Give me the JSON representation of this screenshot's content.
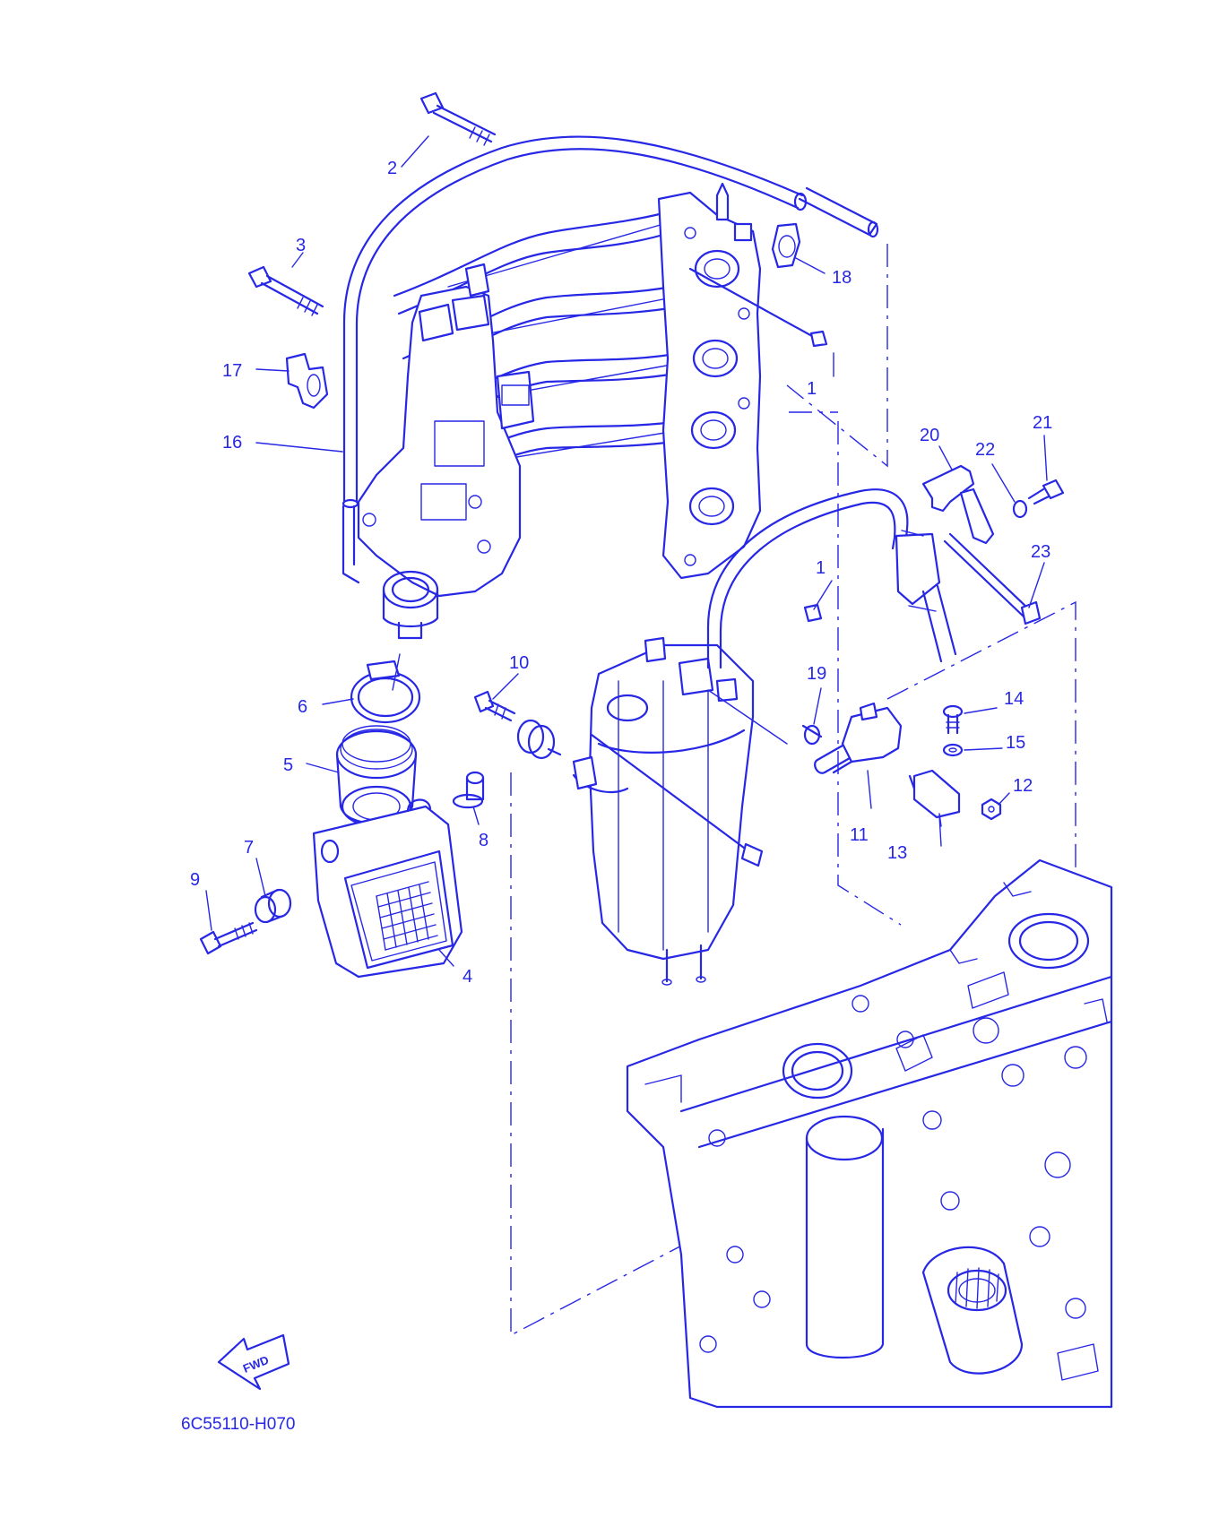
{
  "diagram": {
    "drawing_code": "6C55110-H070",
    "fwd_symbol_text": "FWD",
    "line_color": "#2727e6",
    "callouts": {
      "c1a": "1",
      "c1b": "1",
      "c2": "2",
      "c3": "3",
      "c4": "4",
      "c5": "5",
      "c6": "6",
      "c7": "7",
      "c8": "8",
      "c9": "9",
      "c10": "10",
      "c11": "11",
      "c12": "12",
      "c13": "13",
      "c14": "14",
      "c15": "15",
      "c16": "16",
      "c17": "17",
      "c18": "18",
      "c19": "19",
      "c20": "20",
      "c21": "21",
      "c22": "22",
      "c23": "23"
    }
  }
}
